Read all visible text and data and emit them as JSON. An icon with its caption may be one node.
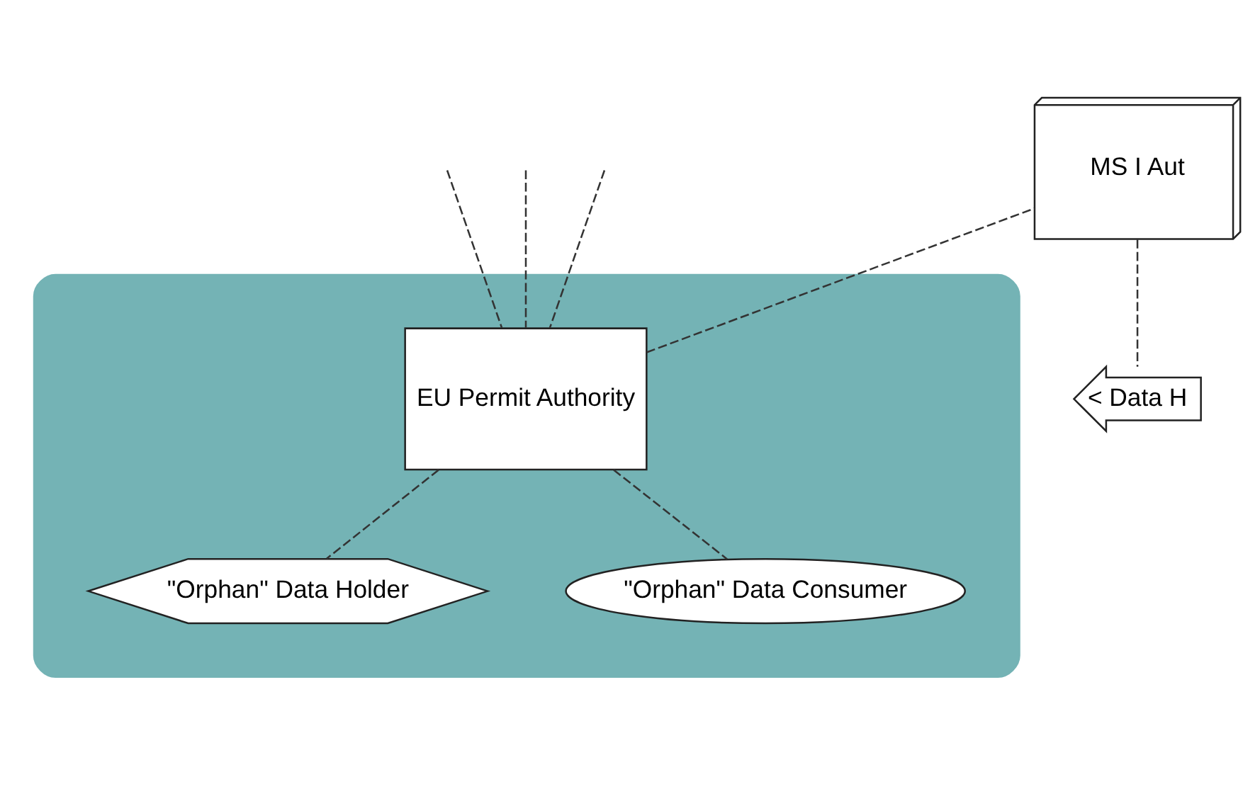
{
  "diagram": {
    "nodes": [
      {
        "text": [],
        "shape": "ellipse"
      },
      {
        "text": [
          "EU Permit Authority"
        ],
        "in": 0
      },
      {
        "text": [
          "\"Orphan\" Data Holder"
        ],
        "in": 0
      },
      {
        "text": [
          "\"Orphan\" Data Consumer"
        ],
        "in": 0
      },
      {
        "text": [
          "MS I Aut"
        ]
      },
      {
        "text": [
          "< Data H"
        ]
      }
    ],
    "edges": [
      {
        "from": null,
        "to": 1,
        "arrow": "none",
        "style": "dashed"
      },
      {
        "from": null,
        "to": 1,
        "arrow": "none",
        "style": "dashed"
      },
      {
        "from": null,
        "to": 1,
        "arrow": "none",
        "style": "dashed"
      },
      {
        "from": 1,
        "to": 4,
        "arrow": "none",
        "style": "dashed"
      },
      {
        "from": 1,
        "to": 2,
        "arrow": "none",
        "style": "dashed"
      },
      {
        "from": 1,
        "to": 3,
        "arrow": "none",
        "style": "dashed"
      },
      {
        "from": 4,
        "to": 5,
        "arrow": "none",
        "style": "dashed"
      }
    ]
  }
}
